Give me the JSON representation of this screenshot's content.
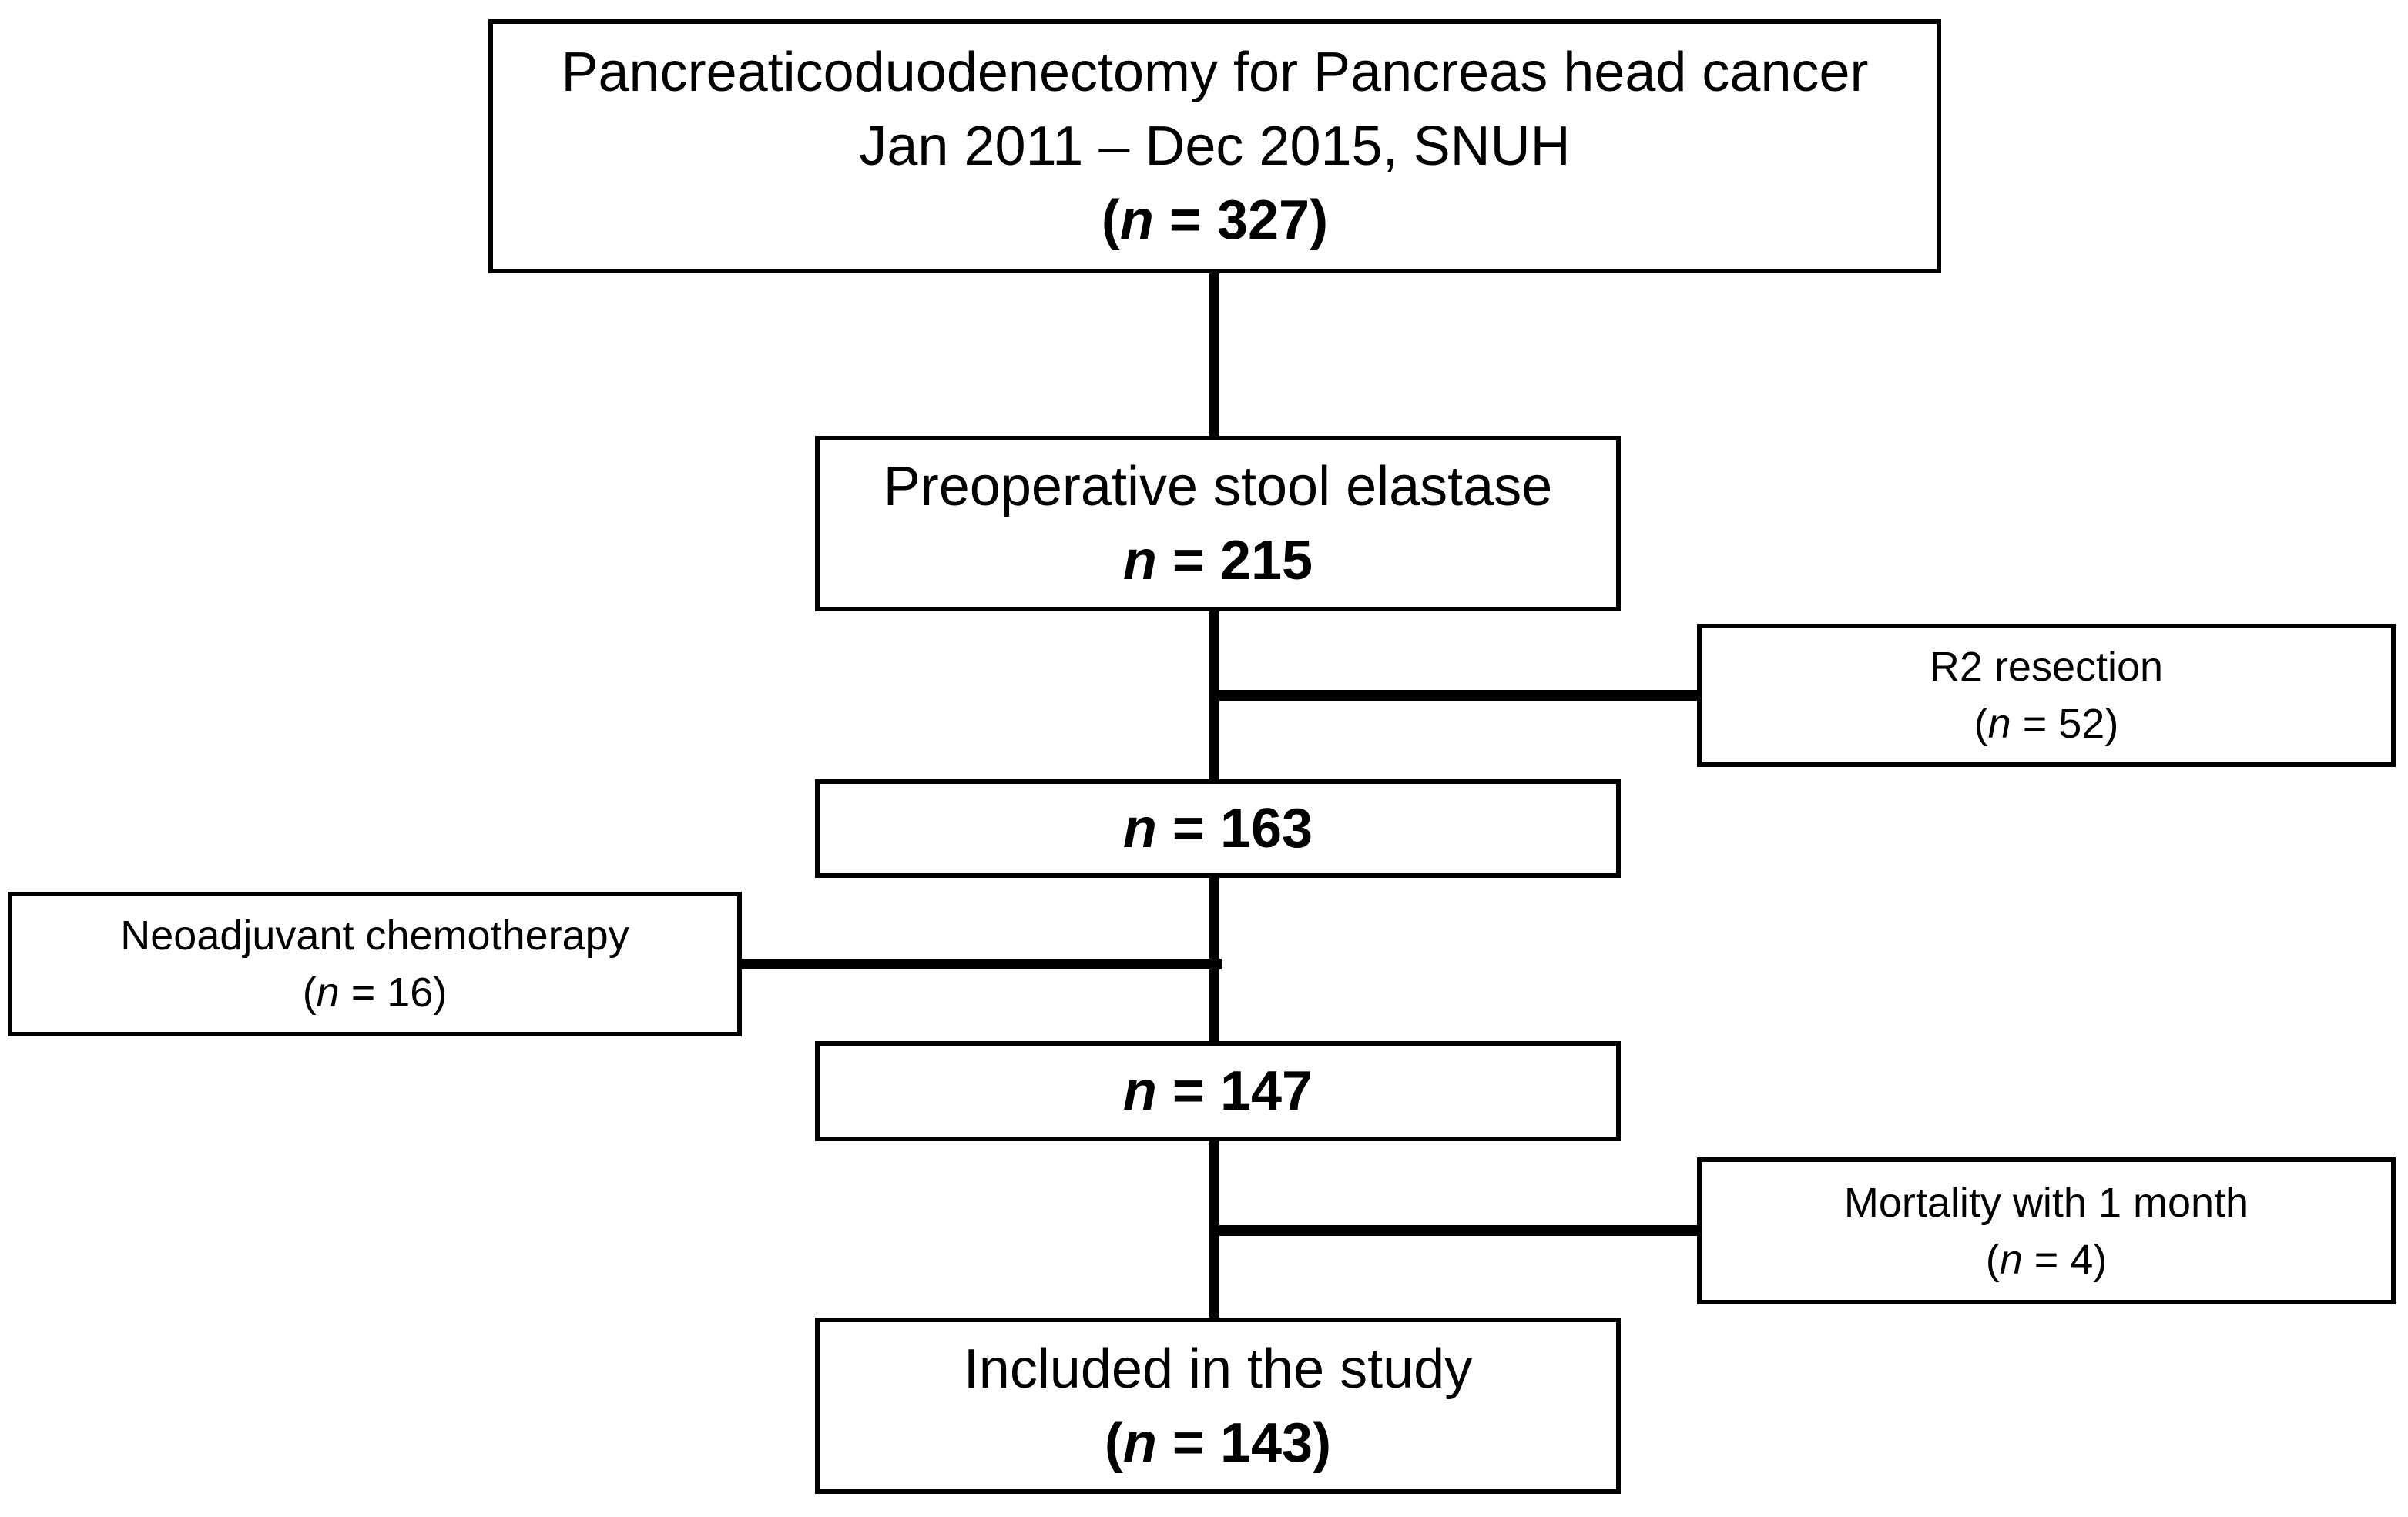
{
  "figure": {
    "type": "patient-flow-diagram",
    "background_color": "#ffffff",
    "line_color": "#000000",
    "text_color": "#000000"
  },
  "nodes": {
    "enrollment": {
      "line1": "Pancreaticoduodenectomy for Pancreas head cancer",
      "line2": "Jan 2011 – Dec 2015, SNUH",
      "count_open": "(",
      "count_n": "n",
      "count_rest": " = 327)"
    },
    "stool_elastase": {
      "line1": "Preoperative stool elastase",
      "count_open": "",
      "count_n": "n",
      "count_rest": " = 215"
    },
    "after_r2_exclusion": {
      "count_open": "",
      "count_n": "n",
      "count_rest": " = 163"
    },
    "after_neoadjuvant_exclusion": {
      "count_open": "",
      "count_n": "n",
      "count_rest": " = 147"
    },
    "included": {
      "line1": "Included in the study",
      "count_open": "(",
      "count_n": "n",
      "count_rest": " = 143)"
    },
    "r2_resection": {
      "line1": "R2 resection",
      "count_open": "(",
      "count_n": "n",
      "count_rest": " = 52)"
    },
    "neoadjuvant": {
      "line1": "Neoadjuvant chemotherapy",
      "count_open": "(",
      "count_n": "n",
      "count_rest": " = 16)"
    },
    "mortality": {
      "line1": "Mortality with 1 month",
      "count_open": "(",
      "count_n": "n",
      "count_rest": " = 4)"
    }
  }
}
